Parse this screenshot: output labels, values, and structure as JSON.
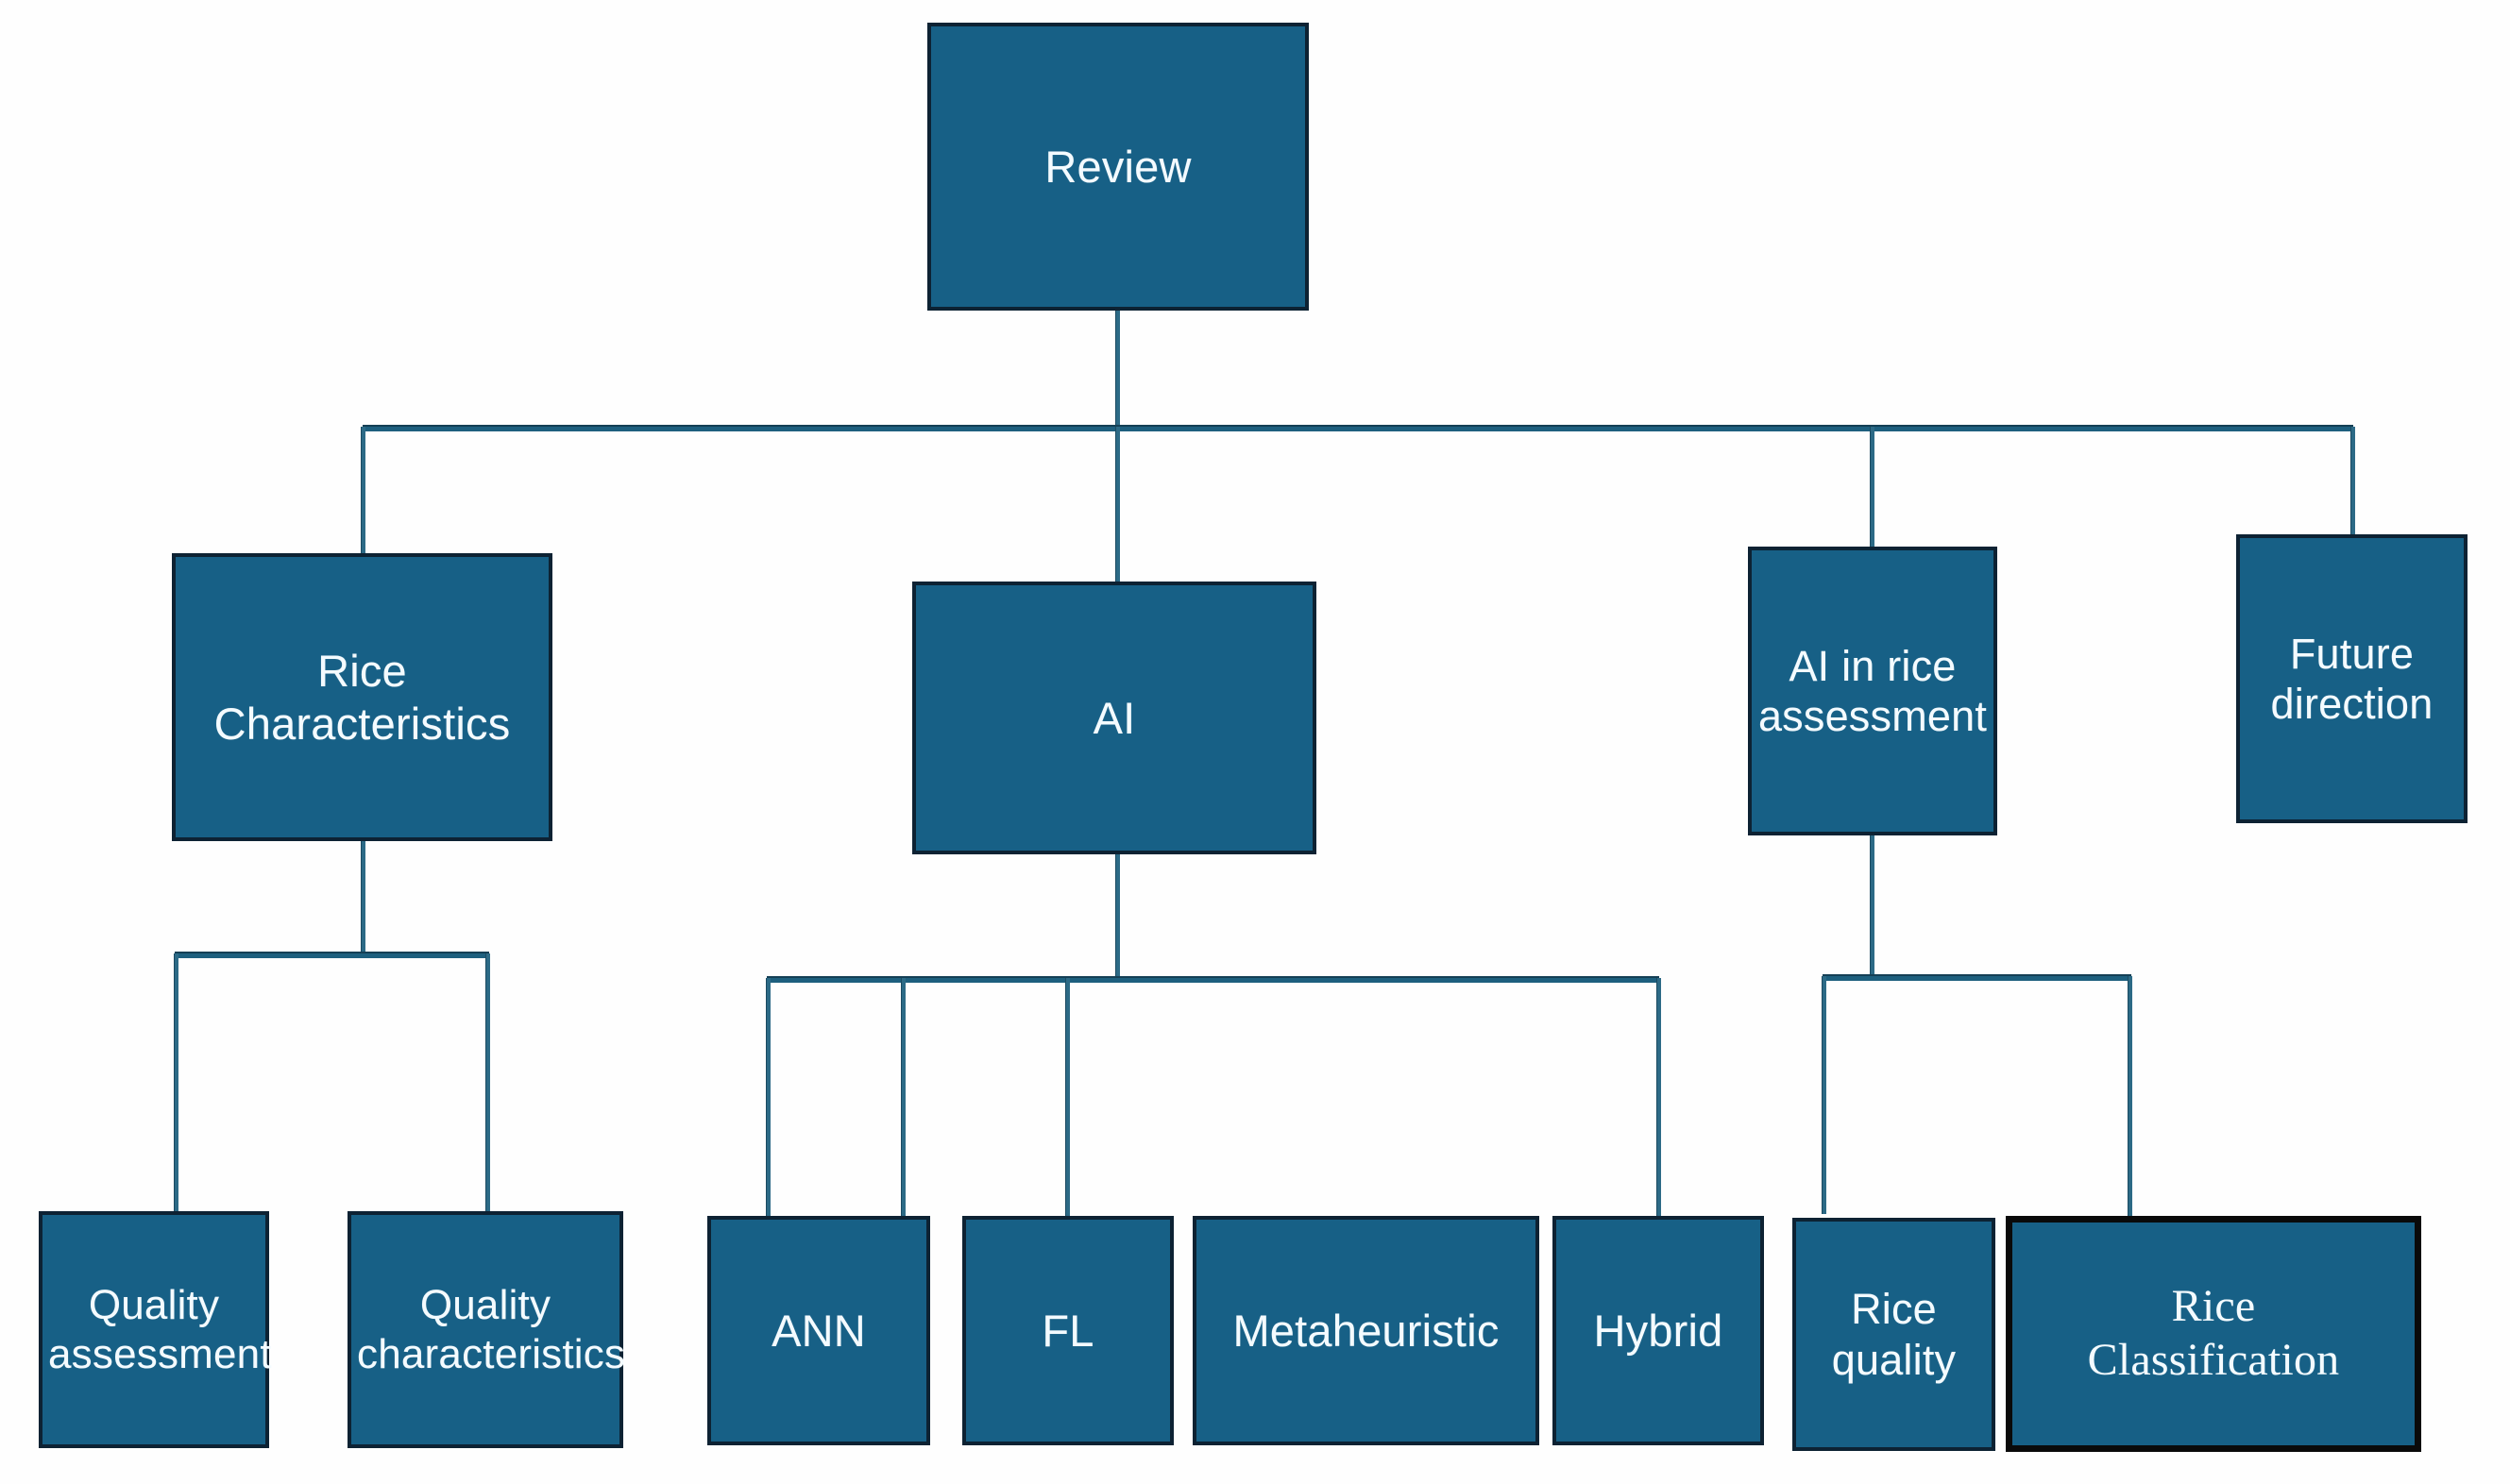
{
  "diagram": {
    "title": "Review hierarchy of AI in rice assessment",
    "accent_color": "#176086",
    "border_color": "#0d2233",
    "connector_color": "#1d5f7e",
    "text_color": "#f4fbff",
    "background_color": "#ffffff"
  },
  "nodes": {
    "root": {
      "label": "Review"
    },
    "level2": [
      {
        "label": "Rice\nCharacteristics"
      },
      {
        "label": "AI"
      },
      {
        "label": "AI in rice\nassessment"
      },
      {
        "label": "Future\ndirection"
      }
    ],
    "rice_characteristics_children": [
      {
        "label": "Quality\nassessment"
      },
      {
        "label": "Quality\ncharacteristics"
      }
    ],
    "ai_children": [
      {
        "label": "ANN"
      },
      {
        "label": "FL"
      },
      {
        "label": "Metaheuristic"
      },
      {
        "label": "Hybrid"
      }
    ],
    "ai_in_rice_assessment_children": [
      {
        "label": "Rice\nquality"
      },
      {
        "label": "Rice\nClassification"
      }
    ]
  },
  "tree": {
    "Review": [
      "Rice Characteristics",
      "AI",
      "AI in rice assessment",
      "Future direction"
    ],
    "Rice Characteristics": [
      "Quality assessment",
      "Quality characteristics"
    ],
    "AI": [
      "ANN",
      "FL",
      "Metaheuristic",
      "Hybrid"
    ],
    "AI in rice assessment": [
      "Rice quality",
      "Rice Classification"
    ],
    "Future direction": []
  }
}
